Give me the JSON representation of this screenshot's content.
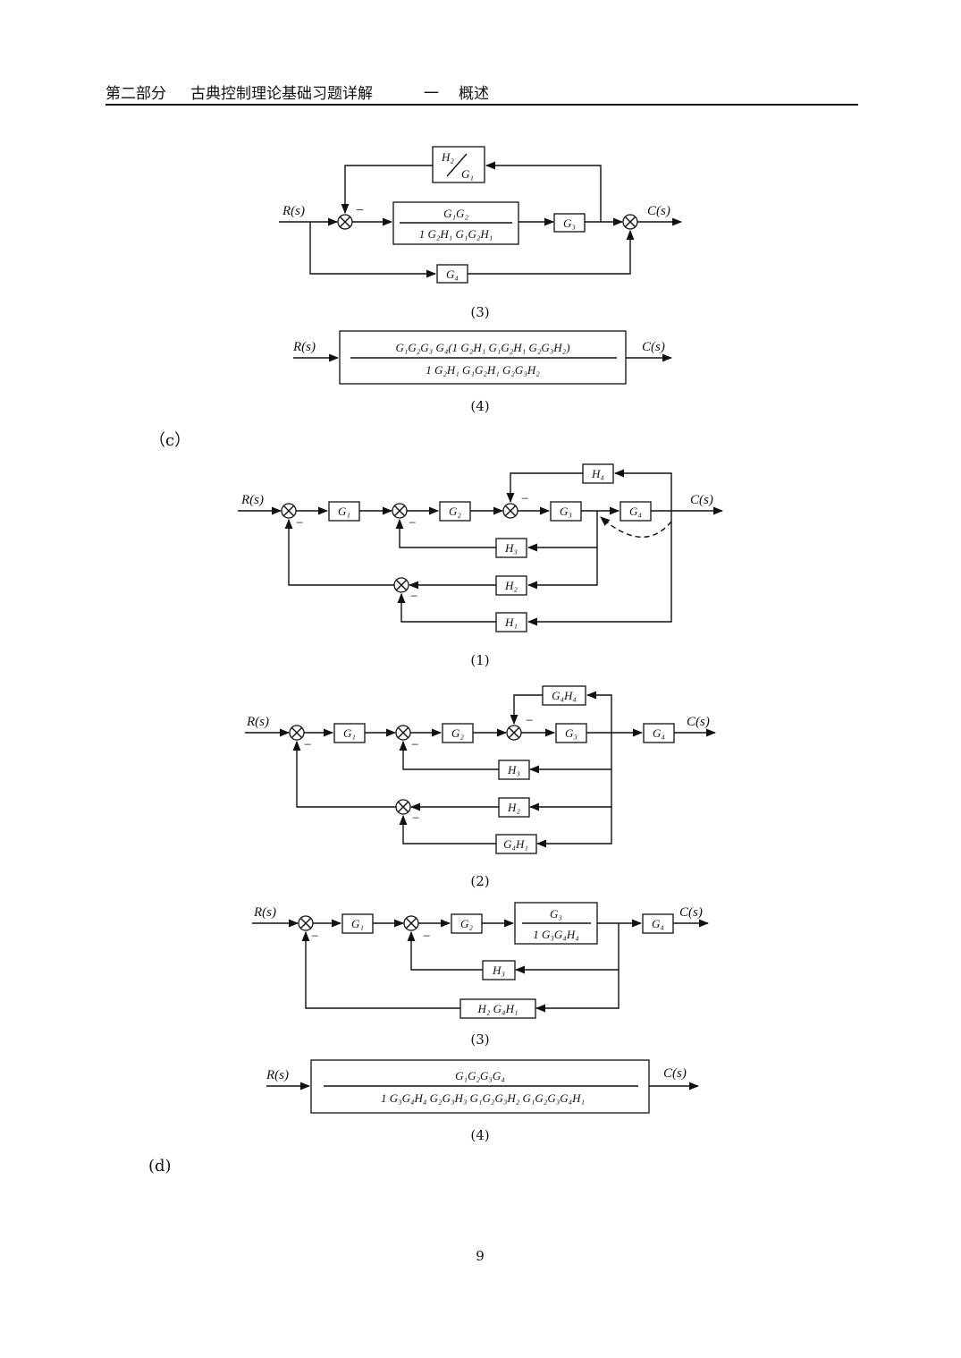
{
  "header": {
    "part": "第二部分",
    "title": "古典控制理论基础习题详解",
    "chapter_num": "一",
    "chapter": "概述"
  },
  "signals": {
    "input": "R(s)",
    "output": "C(s)",
    "minus": "−"
  },
  "blocks": {
    "G1": "G₁",
    "G2": "G₂",
    "G3": "G₃",
    "G4": "G₄",
    "H1": "H₁",
    "H2": "H₂",
    "H3": "H₃",
    "H4": "H₄",
    "H2_over_G1_num": "H₂",
    "H2_over_G1_den": "G₁",
    "b3_num": "G₁G₂",
    "b3_den": "1  G₂H₁  G₁G₂H₁",
    "b4_num": "G₁G₂G₃  G₄(1  G₂H₁  G₁G₂H₁  G₂G₃H₂)",
    "b4_den": "1  G₂H₁  G₁G₂H₁  G₂G₃H₂",
    "G4H4": "G₄H₄",
    "G4H1": "G₄H₁",
    "c3_num": "G₃",
    "c3_den": "1  G₃G₄H₄",
    "c3_fb": "H₂  G₄H₁",
    "c4_num": "G₁G₂G₃G₄",
    "c4_den": "1  G₃G₄H₄  G₂G₃H₃  G₁G₂G₃H₂  G₁G₂G₃G₄H₁"
  },
  "captions": {
    "b3": "(3)",
    "b4": "(4)",
    "c1": "(1)",
    "c2": "(2)",
    "c3": "(3)",
    "c4": "(4)"
  },
  "sections": {
    "c": "（c）",
    "d": "(d)"
  },
  "page_number": "9"
}
